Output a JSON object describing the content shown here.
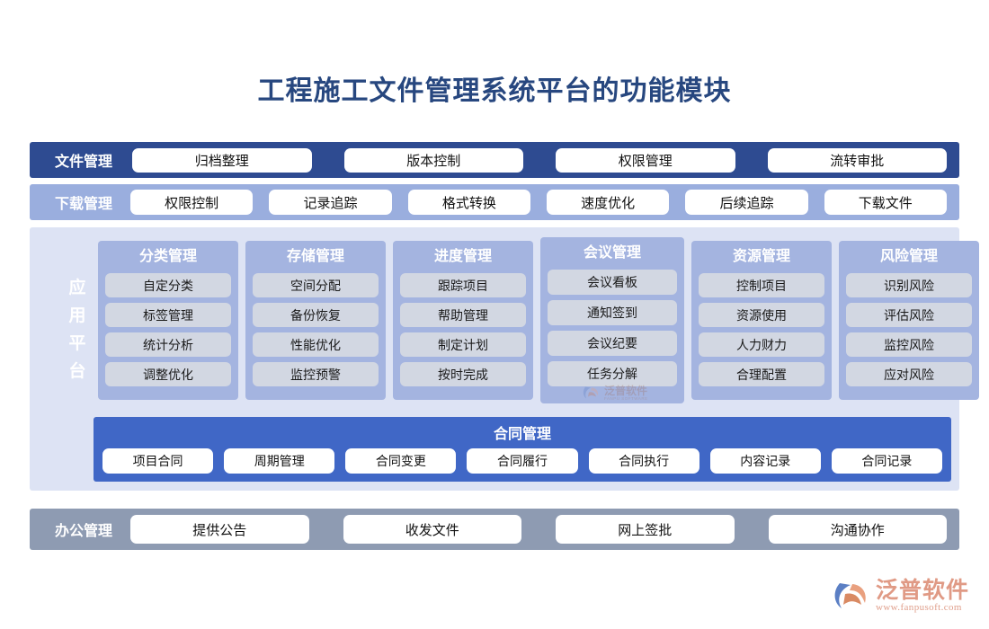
{
  "page": {
    "title": "工程施工文件管理系统平台的功能模块"
  },
  "rows": {
    "file_management": {
      "label": "文件管理",
      "items": [
        "归档整理",
        "版本控制",
        "权限管理",
        "流转审批"
      ]
    },
    "download_management": {
      "label": "下载管理",
      "items": [
        "权限控制",
        "记录追踪",
        "格式转换",
        "速度优化",
        "后续追踪",
        "下载文件"
      ]
    },
    "office_management": {
      "label": "办公管理",
      "items": [
        "提供公告",
        "收发文件",
        "网上签批",
        "沟通协作"
      ]
    }
  },
  "platform": {
    "label_chars": [
      "应",
      "用",
      "平",
      "台"
    ],
    "columns": [
      {
        "title": "分类管理",
        "items": [
          "自定分类",
          "标签管理",
          "统计分析",
          "调整优化"
        ]
      },
      {
        "title": "存储管理",
        "items": [
          "空间分配",
          "备份恢复",
          "性能优化",
          "监控预警"
        ]
      },
      {
        "title": "进度管理",
        "items": [
          "跟踪项目",
          "帮助管理",
          "制定计划",
          "按时完成"
        ]
      },
      {
        "title": "会议管理",
        "items": [
          "会议看板",
          "通知签到",
          "会议纪要",
          "任务分解"
        ]
      },
      {
        "title": "资源管理",
        "items": [
          "控制项目",
          "资源使用",
          "人力财力",
          "合理配置"
        ]
      },
      {
        "title": "风险管理",
        "items": [
          "识别风险",
          "评估风险",
          "监控风险",
          "应对风险"
        ]
      }
    ],
    "contract": {
      "title": "合同管理",
      "items": [
        "项目合同",
        "周期管理",
        "合同变更",
        "合同履行",
        "合同执行",
        "内容记录",
        "合同记录"
      ]
    }
  },
  "watermark": {
    "name": "泛普软件",
    "sub": "FANPU SOFTWARE"
  },
  "brand": {
    "name": "泛普软件",
    "url": "www.fanpusoft.com"
  },
  "colors": {
    "title": "#27477f",
    "file_band": "#2e4b91",
    "download_band": "#9aaede",
    "platform_bg": "#dde3f4",
    "column_bg": "#a4b4e0",
    "column_item_bg": "#d2d7e2",
    "contract_bg": "#4067c6",
    "office_band": "#8e9bb2",
    "brand_accent": "#e09a85"
  }
}
